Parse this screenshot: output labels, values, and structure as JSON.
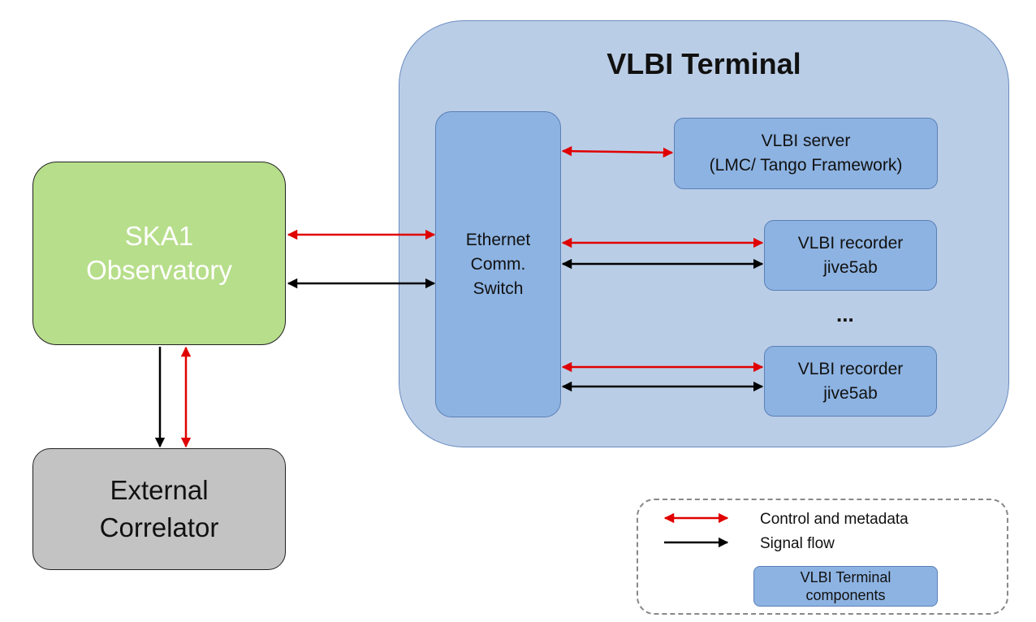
{
  "terminal": {
    "title": "VLBI Terminal"
  },
  "observatory": {
    "line1": "SKA1",
    "line2": "Observatory"
  },
  "correlator": {
    "line1": "External",
    "line2": "Correlator"
  },
  "switch": {
    "line1": "Ethernet",
    "line2": "Comm.",
    "line3": "Switch"
  },
  "server": {
    "line1": "VLBI server",
    "line2": "(LMC/ Tango Framework)"
  },
  "recorders": [
    {
      "line1": "VLBI recorder",
      "line2": "jive5ab"
    },
    {
      "line1": "VLBI recorder",
      "line2": "jive5ab"
    }
  ],
  "ellipsis": "...",
  "legend": {
    "control_label": "Control and metadata",
    "signal_label": "Signal flow",
    "component_line1": "VLBI Terminal",
    "component_line2": "components"
  },
  "colors": {
    "control": "#e00000",
    "signal": "#000000",
    "terminal_bg": "#bacde6",
    "component_bg": "#8db3e2",
    "observatory_bg": "#b7de8b",
    "correlator_bg": "#c3c3c3"
  }
}
